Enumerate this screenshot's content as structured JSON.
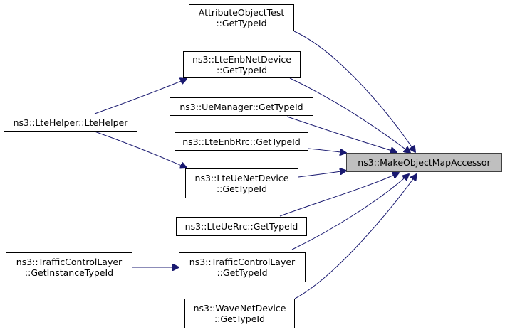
{
  "graph": {
    "root": {
      "label": "ns3::MakeObjectMapAccessor"
    },
    "nodes": [
      {
        "id": "n1",
        "label": "AttributeObjectTest\n::GetTypeId"
      },
      {
        "id": "n2",
        "label": "ns3::LteEnbNetDevice\n::GetTypeId"
      },
      {
        "id": "n3",
        "label": "ns3::LteHelper::LteHelper"
      },
      {
        "id": "n4",
        "label": "ns3::UeManager::GetTypeId"
      },
      {
        "id": "n5",
        "label": "ns3::LteEnbRrc::GetTypeId"
      },
      {
        "id": "n6",
        "label": "ns3::LteUeNetDevice\n::GetTypeId"
      },
      {
        "id": "n7",
        "label": "ns3::LteUeRrc::GetTypeId"
      },
      {
        "id": "n8",
        "label": "ns3::TrafficControlLayer\n::GetInstanceTypeId"
      },
      {
        "id": "n9",
        "label": "ns3::TrafficControlLayer\n::GetTypeId"
      },
      {
        "id": "n10",
        "label": "ns3::WaveNetDevice\n::GetTypeId"
      }
    ],
    "edge_color": "#191970",
    "root_fill": "#bfbfbf"
  }
}
